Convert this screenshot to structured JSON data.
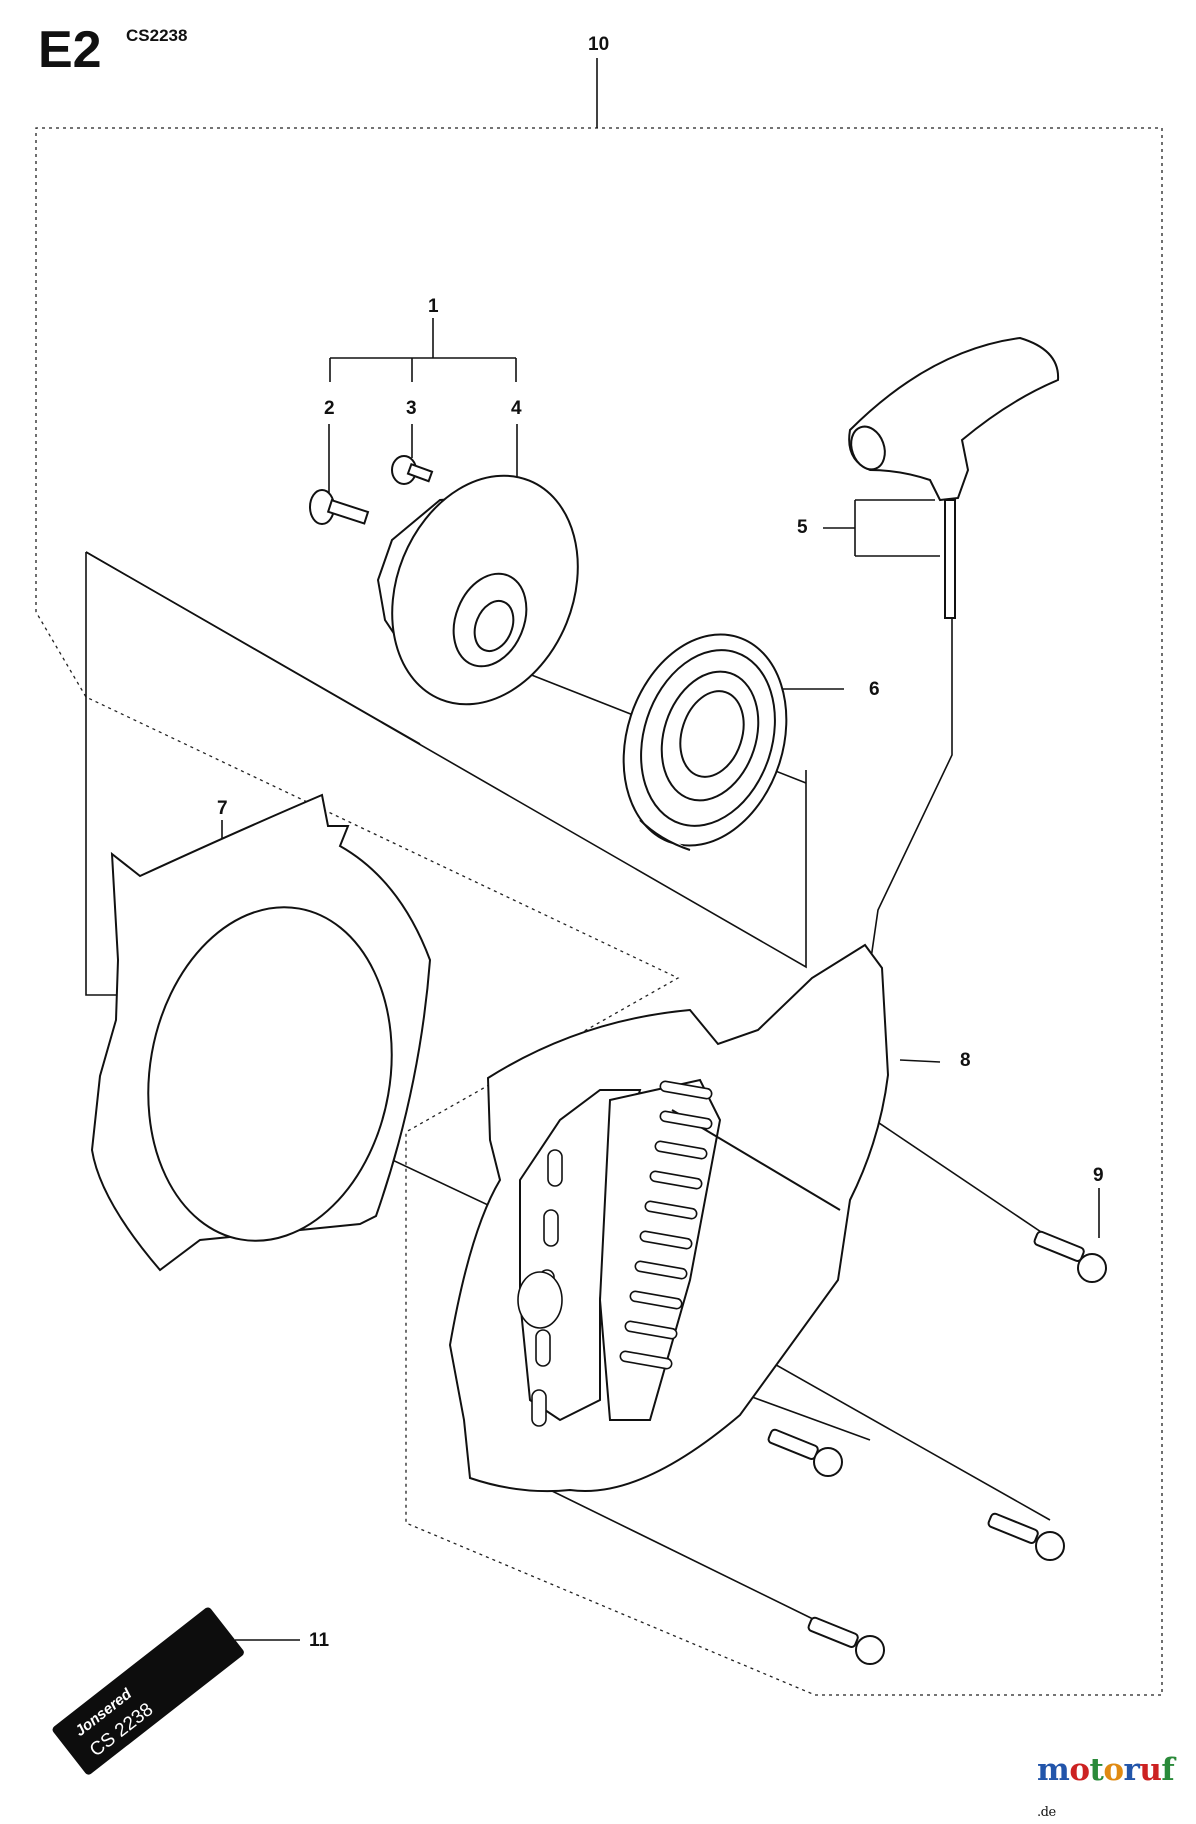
{
  "header": {
    "section": "E2",
    "model": "CS2238"
  },
  "callouts": [
    "1",
    "2",
    "3",
    "4",
    "5",
    "6",
    "7",
    "8",
    "9",
    "10",
    "11"
  ],
  "decal": {
    "brand": "Jonsered",
    "model": "CS 2238"
  },
  "watermark": {
    "name": "motoruf",
    "tld": ".de"
  },
  "colors": {
    "line": "#111111",
    "fill": "#ffffff",
    "decal": "#0d0d0d",
    "brand_blue": "#2255aa",
    "brand_red": "#cc2222",
    "brand_green": "#2a8a3a",
    "brand_orange": "#e08a12"
  }
}
